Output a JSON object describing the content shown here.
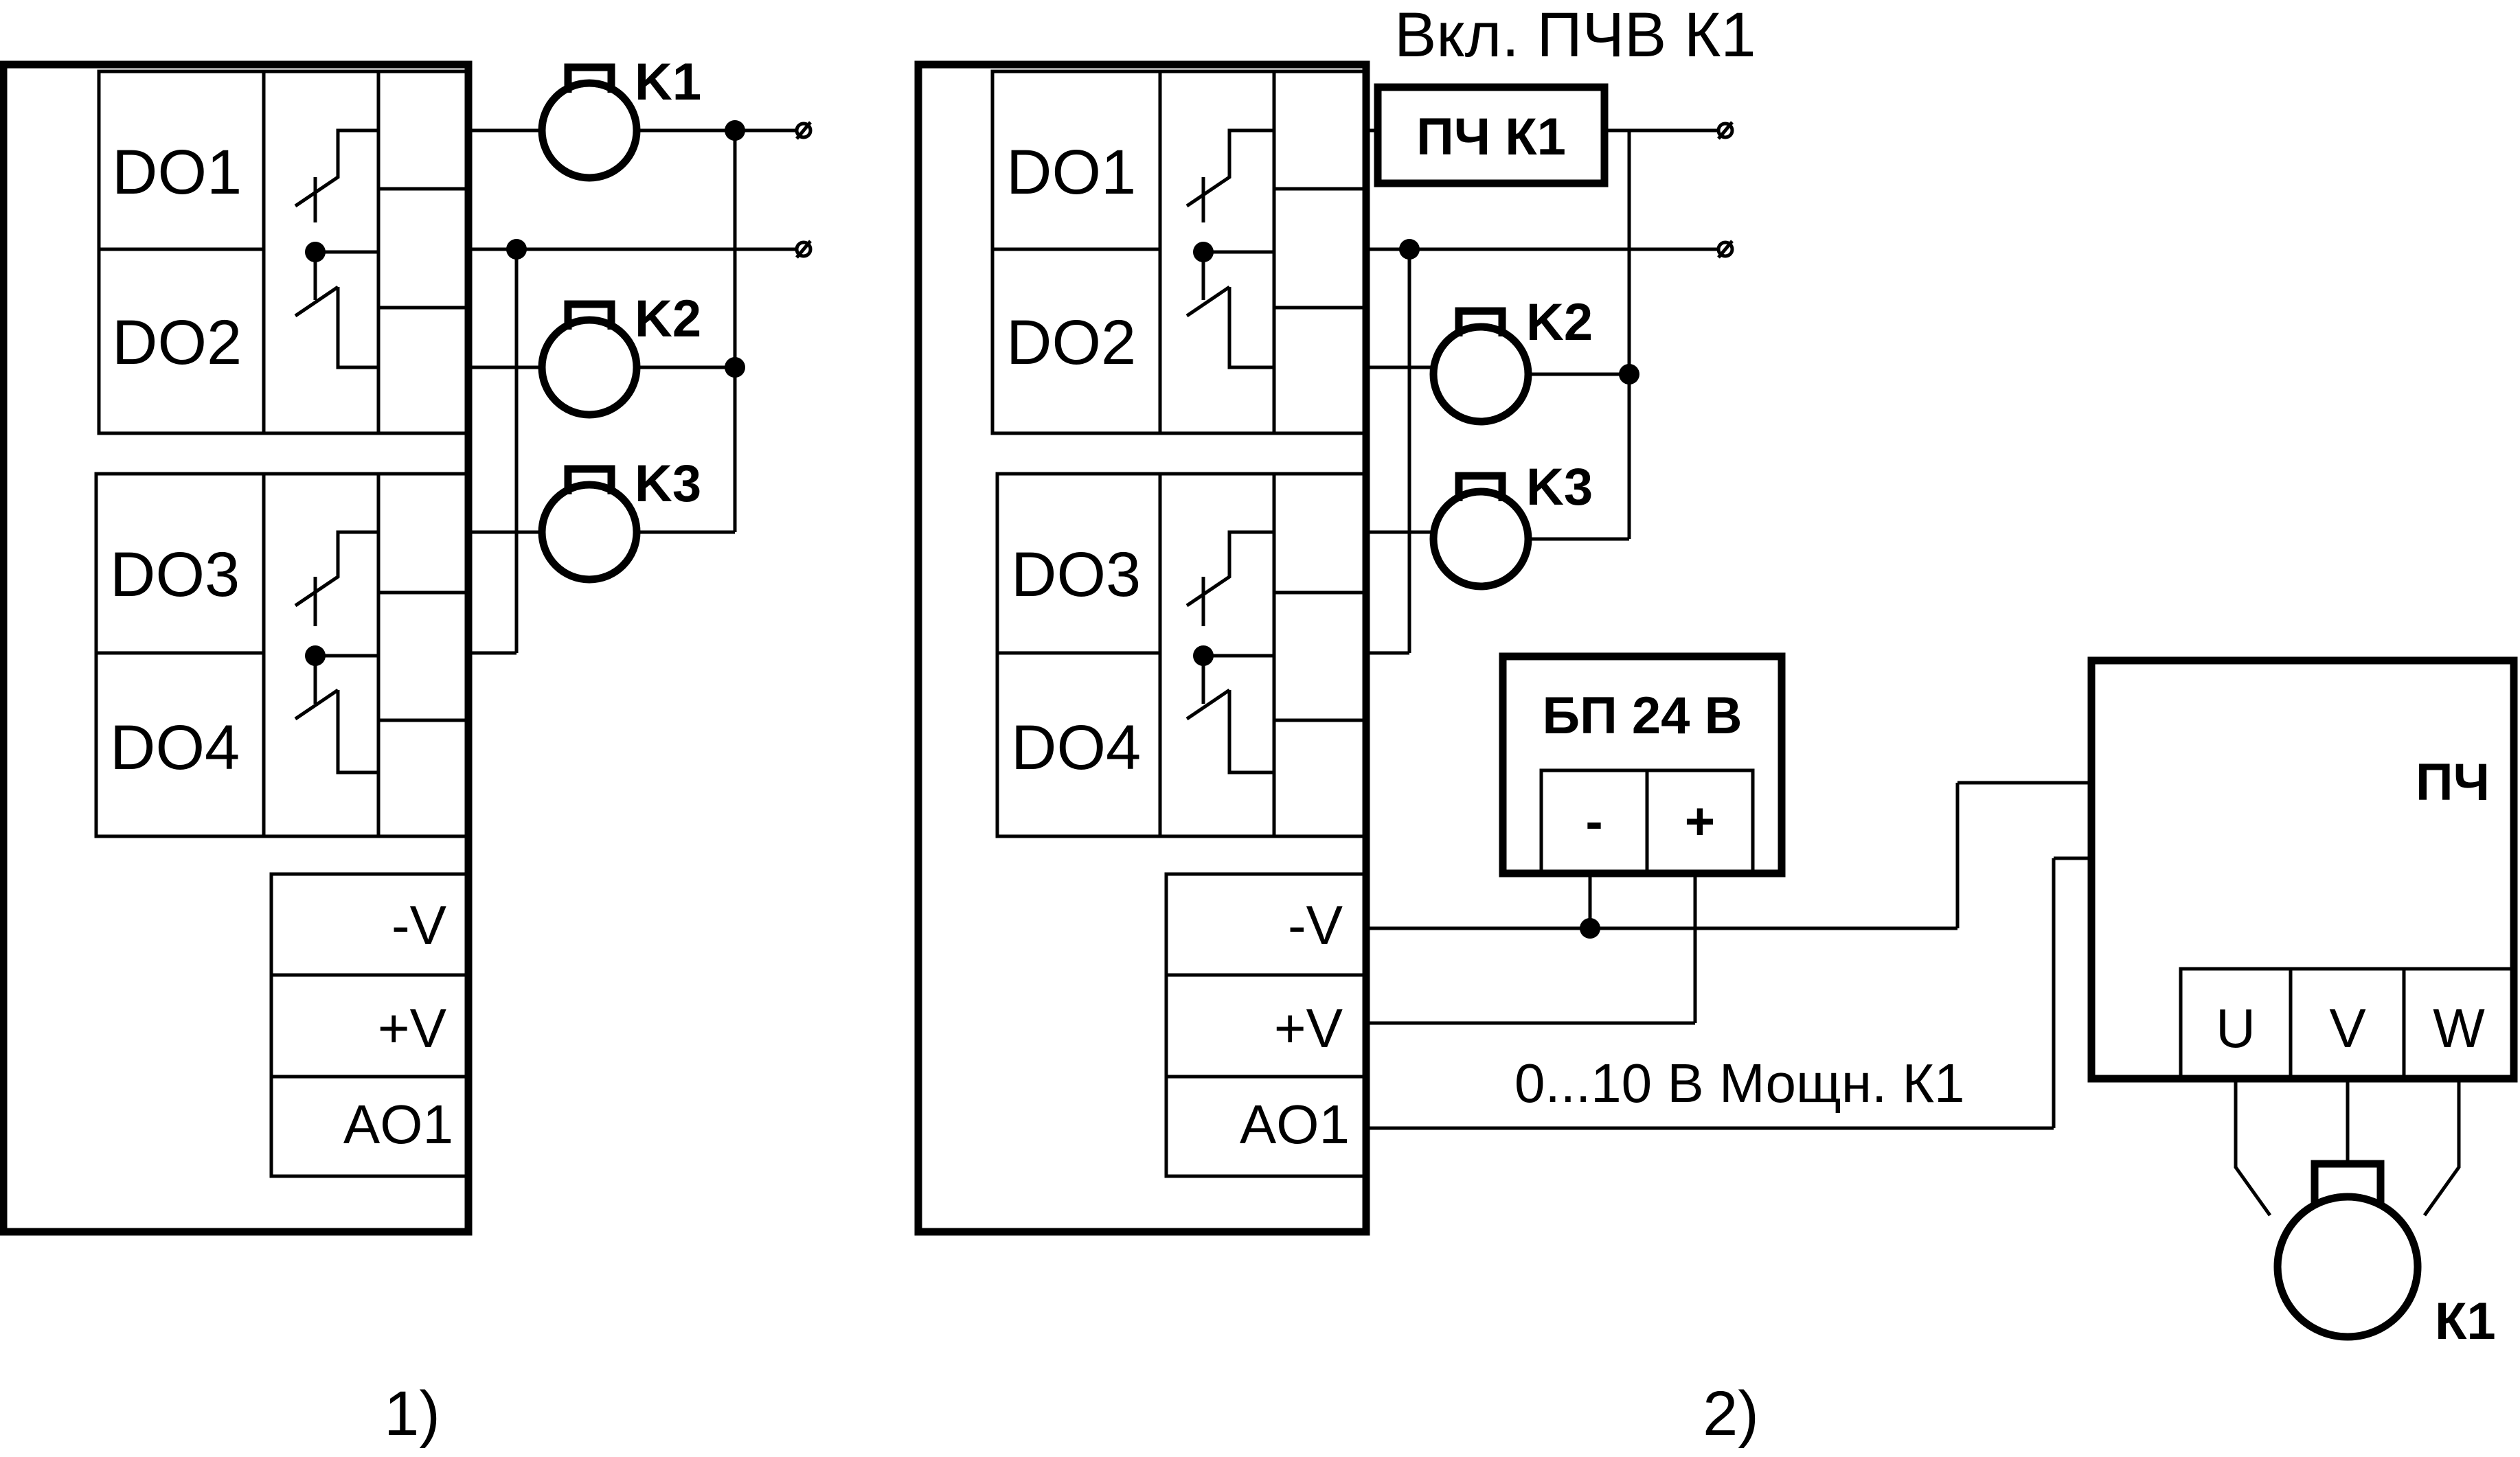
{
  "controller_1": {
    "do_labels": [
      "DO1",
      "DO2",
      "DO3",
      "DO4"
    ],
    "ao_labels": [
      "-V",
      "+V",
      "AO1"
    ],
    "fans": [
      "K1",
      "K2",
      "K3"
    ]
  },
  "controller_2": {
    "do_labels": [
      "DO1",
      "DO2",
      "DO3",
      "DO4"
    ],
    "ao_labels": [
      "-V",
      "+V",
      "AO1"
    ],
    "fans": [
      "K2",
      "K3"
    ]
  },
  "vfd_k1_box": "ПЧ К1",
  "vfd_k1_enable_label": "Вкл. ПЧВ К1",
  "power_supply": {
    "title": "БП 24 В",
    "minus": "-",
    "plus": "+"
  },
  "vfd": {
    "title": "ПЧ",
    "terminals": [
      "U",
      "V",
      "W"
    ]
  },
  "motor_label": "К1",
  "signal_label": "0...10 В Мощн. К1",
  "captions": [
    "1)",
    "2)"
  ]
}
